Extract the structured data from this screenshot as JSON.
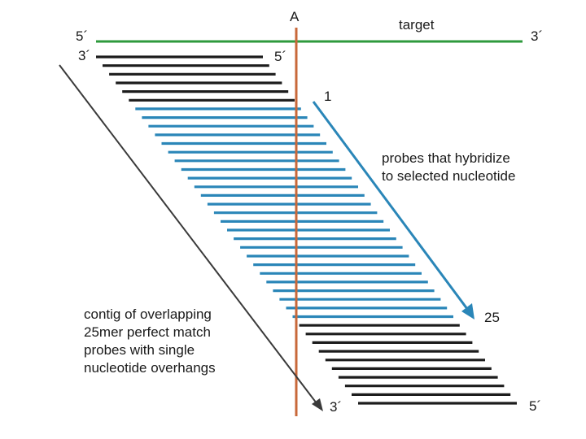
{
  "labels": {
    "position": "A",
    "target": "target",
    "target_5": "5´",
    "target_3": "3´",
    "first_probe_3": "3´",
    "first_probe_5": "5´",
    "probe_1": "1",
    "probe_25": "25",
    "hybridize_line1": "probes that hybridize",
    "hybridize_line2": "to selected nucleotide",
    "contig_line1": "contig of overlapping",
    "contig_line2": "25mer perfect match",
    "contig_line3": "probes with single",
    "contig_line4": "nucleotide overhangs",
    "bottom_3": "3´",
    "bottom_5": "5´"
  },
  "colors": {
    "target": "#2e9a3c",
    "probe_dark": "#1c1c1c",
    "probe_blue": "#2a86b8",
    "marker": "#c8683a",
    "arrow_dark": "#3a3a3a",
    "arrow_blue": "#2a86b8"
  },
  "probes": {
    "lead_dark_count": 6,
    "blue_count": 25,
    "tail_dark_count": 10
  }
}
